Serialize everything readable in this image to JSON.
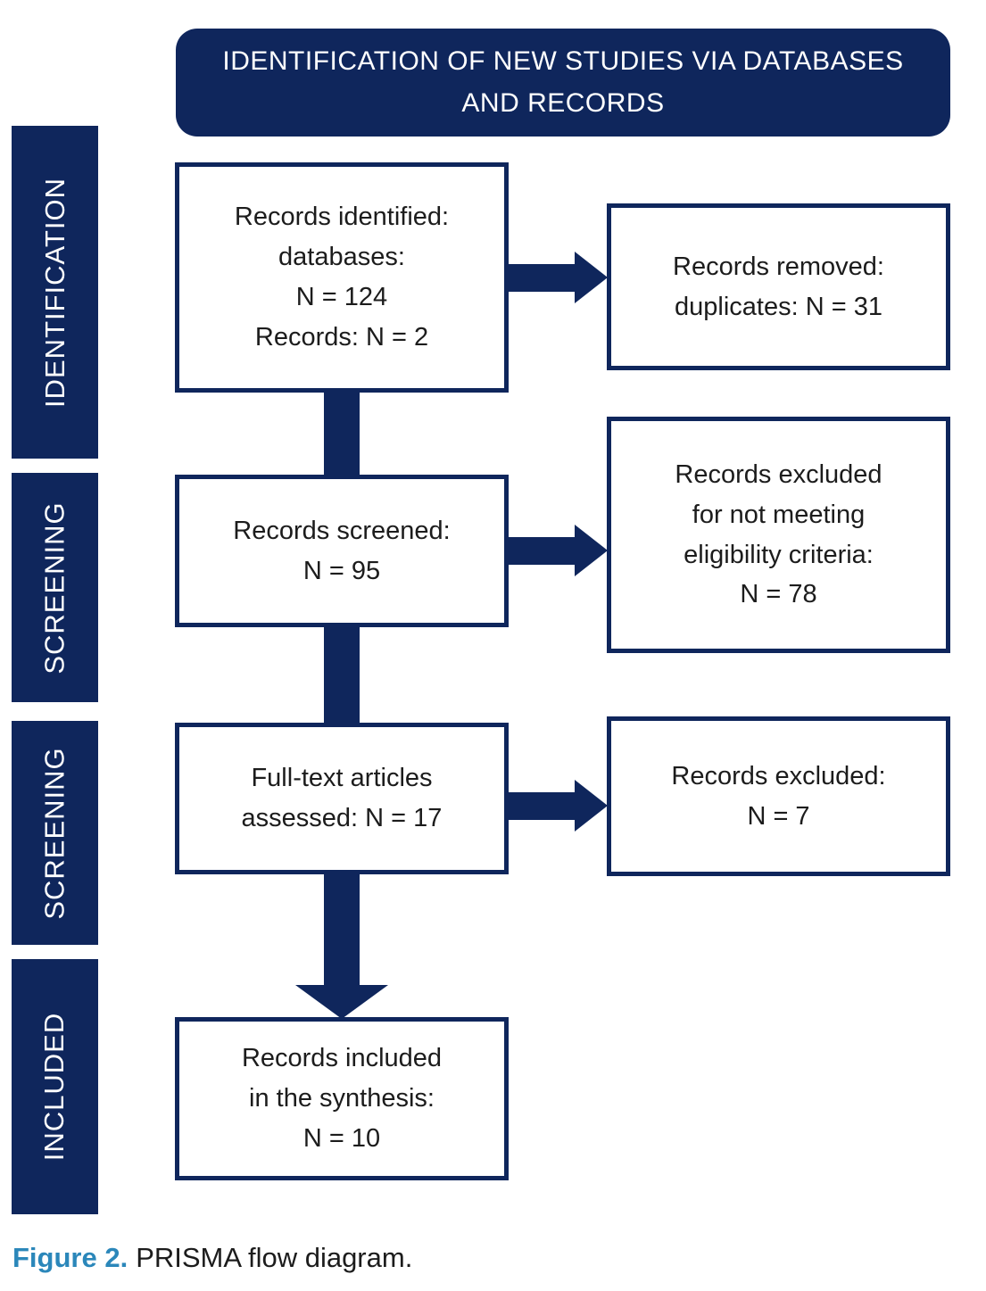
{
  "header": {
    "lines": [
      "IDENTIFICATION OF NEW STUDIES VIA DATABASES",
      "AND RECORDS"
    ]
  },
  "sidebar": {
    "stages": [
      {
        "label": "IDENTIFICATION"
      },
      {
        "label": "SCREENING"
      },
      {
        "label": "SCREENING"
      },
      {
        "label": "INCLUDED"
      }
    ]
  },
  "flow": {
    "main_boxes": [
      {
        "lines": [
          "Records identified:",
          "databases:",
          "N = 124",
          "Records: N = 2"
        ]
      },
      {
        "lines": [
          "Records screened:",
          "N = 95"
        ]
      },
      {
        "lines": [
          "Full-text articles",
          "assessed: N = 17"
        ]
      },
      {
        "lines": [
          "Records included",
          "in the synthesis:",
          "N = 10"
        ]
      }
    ],
    "side_boxes": [
      {
        "lines": [
          "Records removed:",
          "duplicates: N = 31"
        ]
      },
      {
        "lines": [
          "Records excluded",
          "for not meeting",
          "eligibility criteria:",
          "N = 78"
        ]
      },
      {
        "lines": [
          "Records excluded:",
          "N = 7"
        ]
      }
    ]
  },
  "caption": {
    "label": "Figure 2.",
    "text": "PRISMA flow diagram."
  },
  "colors": {
    "navy": "#0F265C",
    "caption_blue": "#2B87BA",
    "text": "#1C1C1C",
    "box_background": "#FFFFFF"
  }
}
